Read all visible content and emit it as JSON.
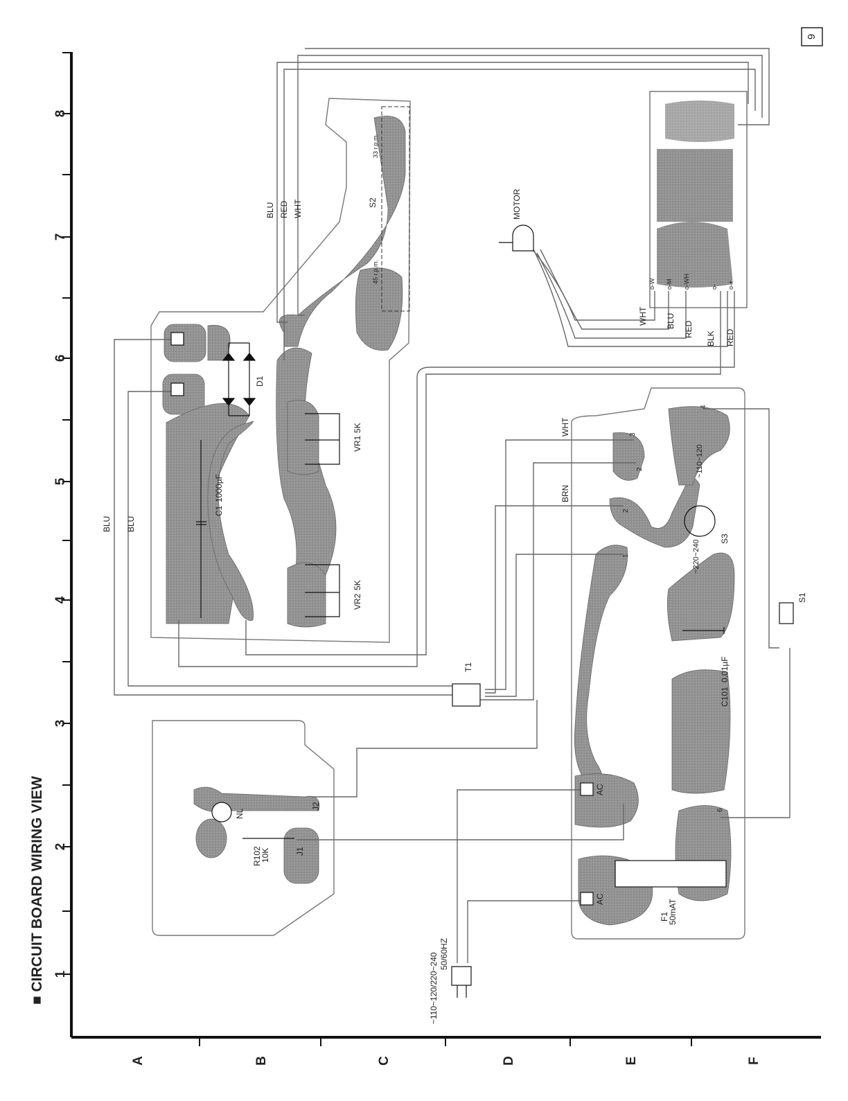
{
  "page_number": "9",
  "title": "■ CIRCUIT BOARD WIRING VIEW",
  "grid": {
    "numbers": [
      "1",
      "2",
      "3",
      "4",
      "5",
      "6",
      "7",
      "8"
    ],
    "letters": [
      "A",
      "B",
      "C",
      "D",
      "E",
      "F"
    ]
  },
  "wires": {
    "blu_a": "BLU",
    "blu_b": "BLU",
    "blu_top": "BLU",
    "red_top": "RED",
    "wht_top": "WHT",
    "wht_right": "WHT",
    "blu_right": "BLU",
    "red_right": "RED",
    "blk_right": "BLK",
    "red_right2": "RED",
    "wht_mid": "WHT",
    "brn_mid": "BRN"
  },
  "components": {
    "c1": "C1",
    "c1_value": "1000µF",
    "d1": "D1",
    "vr1": "VR1",
    "vr1_value": "5K",
    "vr2": "VR2",
    "vr2_value": "5K",
    "s2": "S2",
    "rpm45": "45 r.p.m.",
    "rpm33": "33 r.p.m.",
    "motor": "MOTOR",
    "t1": "T1",
    "s3": "S3",
    "s3_a": "~110~120",
    "s3_b": "~220~240",
    "s1": "S1",
    "c101": "C101",
    "c101_value": "0.01µF",
    "f1": "F1",
    "f1_value": "50mAT",
    "nl": "NL",
    "r102": "R102",
    "r102_value": "10K",
    "j1": "J1",
    "j2": "J2",
    "ac_top": "AC",
    "ac_bottom": "AC",
    "mains_voltage": "~110~120/220~240",
    "mains_freq": "50/60HZ",
    "pad1": "1",
    "pad2": "2",
    "pad3": "3",
    "pad4": "4",
    "pad6": "6",
    "pad2b": "2",
    "pad1b": "1"
  },
  "motor_board_pins": [
    "o-W",
    "o-M",
    "o-WH",
    "o-",
    "o-+"
  ]
}
